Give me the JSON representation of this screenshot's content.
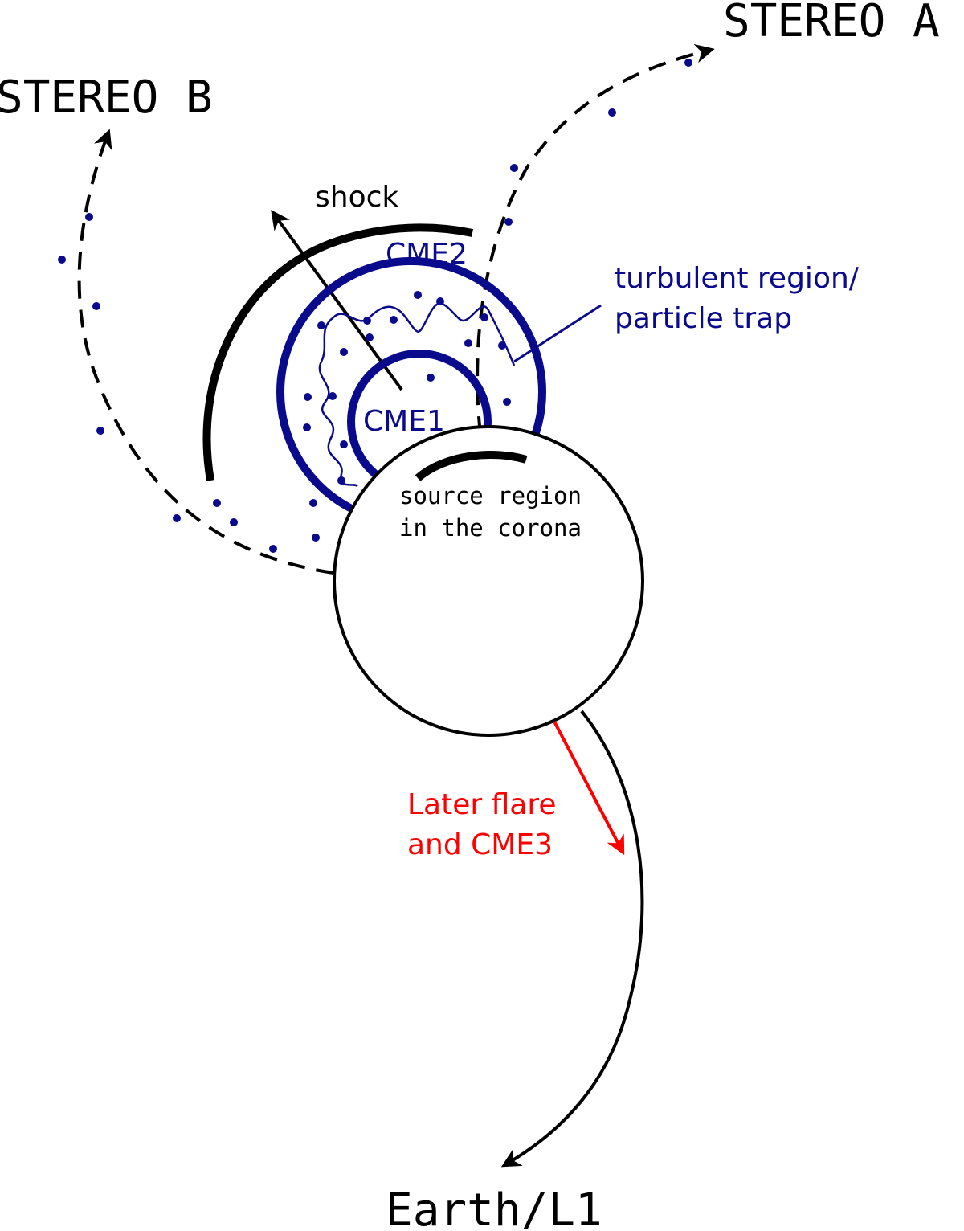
{
  "labels": {
    "stereo_b": "STEREO B",
    "stereo_a": "STEREO A",
    "earth": "Earth/L1",
    "shock": "shock",
    "cme2": "CME2",
    "cme1": "CME1",
    "turbulent_line1": "turbulent region/",
    "turbulent_line2": "particle trap",
    "source_line1": "source region",
    "source_line2": "in the corona",
    "flare_line1": "Later flare",
    "flare_line2": "and CME3"
  },
  "colors": {
    "ink": "#000000",
    "cme_blue": "#0a0a8c",
    "particle_blue": "#0a0a8c",
    "flare_red": "#ff0000",
    "background": "#ffffff"
  }
}
